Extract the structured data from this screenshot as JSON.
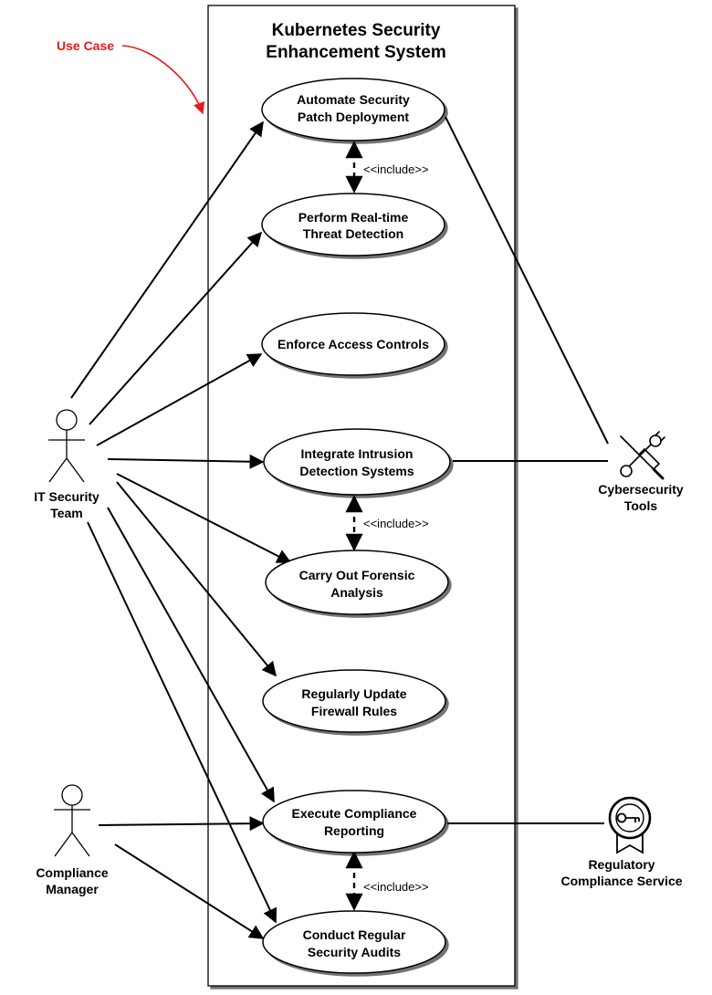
{
  "system": {
    "title_line1": "Kubernetes Security",
    "title_line2": "Enhancement System"
  },
  "annotation": {
    "text": "Use Case",
    "color": "#e8191a"
  },
  "use_cases": {
    "patch": {
      "line1": "Automate Security",
      "line2": "Patch Deployment"
    },
    "threat": {
      "line1": "Perform Real-time",
      "line2": "Threat Detection"
    },
    "access": {
      "line1": "Enforce Access Controls"
    },
    "intrusion": {
      "line1": "Integrate Intrusion",
      "line2": "Detection Systems"
    },
    "forensic": {
      "line1": "Carry Out Forensic",
      "line2": "Analysis"
    },
    "firewall": {
      "line1": "Regularly Update",
      "line2": "Firewall Rules"
    },
    "compliance": {
      "line1": "Execute Compliance",
      "line2": "Reporting"
    },
    "audits": {
      "line1": "Conduct Regular",
      "line2": "Security Audits"
    }
  },
  "relations": {
    "include_label": "<<include>>"
  },
  "actors": {
    "it_team": {
      "line1": "IT Security",
      "line2": "Team",
      "icon": "stick-figure-icon"
    },
    "compliance_manager": {
      "line1": "Compliance",
      "line2": "Manager",
      "icon": "stick-figure-icon"
    },
    "cyber_tools": {
      "line1": "Cybersecurity",
      "line2": "Tools",
      "icon": "wrench-screwdriver-icon"
    },
    "regulatory": {
      "line1": "Regulatory",
      "line2": "Compliance Service",
      "icon": "key-badge-icon"
    }
  }
}
